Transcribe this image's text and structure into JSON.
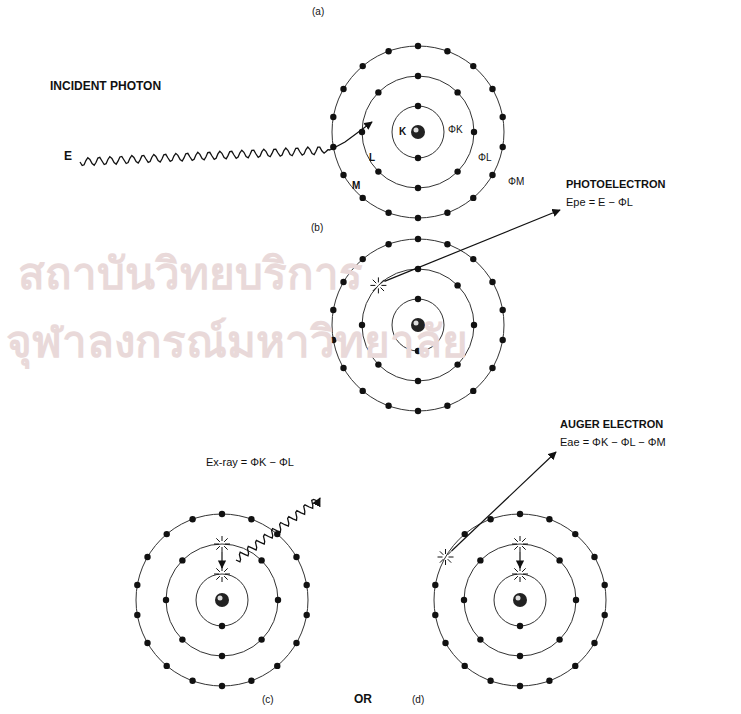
{
  "diagram": {
    "labels": [
      "สถาบันวิทยบริการ",
      "จุฬาลงกรณ์มหาวิทยาลัย",
      "(a)",
      "INCIDENT PHOTON",
      "E",
      "K",
      "L",
      "M",
      "ΦK",
      "ΦL",
      "ΦM",
      "(b)",
      "PHOTOELECTRON",
      "Epe = E − ΦL",
      "Ex-ray = ΦK − ΦL",
      "AUGER ELECTRON",
      "Eae = ΦK − ΦL − ΦM",
      "(c)",
      "OR",
      "(d)"
    ]
  }
}
